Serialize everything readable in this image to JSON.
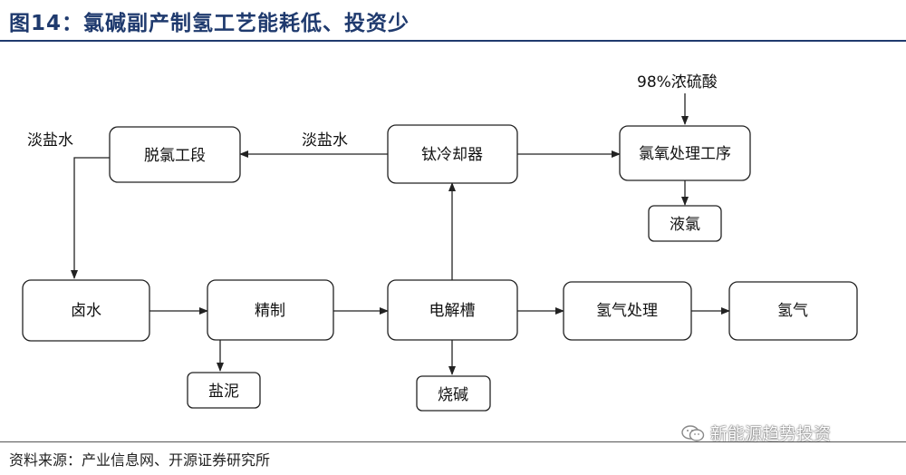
{
  "figure": {
    "title": "图14：氯碱副产制氢工艺能耗低、投资少",
    "source": "资料来源：产业信息网、开源证券研究所"
  },
  "nodes": {
    "tuolv": "脱氯工段",
    "tai": "钛冷却器",
    "lvyang": "氯氧处理工序",
    "yelv": "液氯",
    "lushui": "卤水",
    "jingzhi": "精制",
    "dianjie": "电解槽",
    "qingqi_chuli": "氢气处理",
    "qingqi": "氢气",
    "yanni": "盐泥",
    "shaojian": "烧碱"
  },
  "labels": {
    "danyanshui_left": "淡盐水",
    "danyanshui_mid": "淡盐水",
    "nongliusuan": "98%浓硫酸"
  },
  "watermark": {
    "text": "新能源趋势投资",
    "icon": "wechat-icon"
  }
}
